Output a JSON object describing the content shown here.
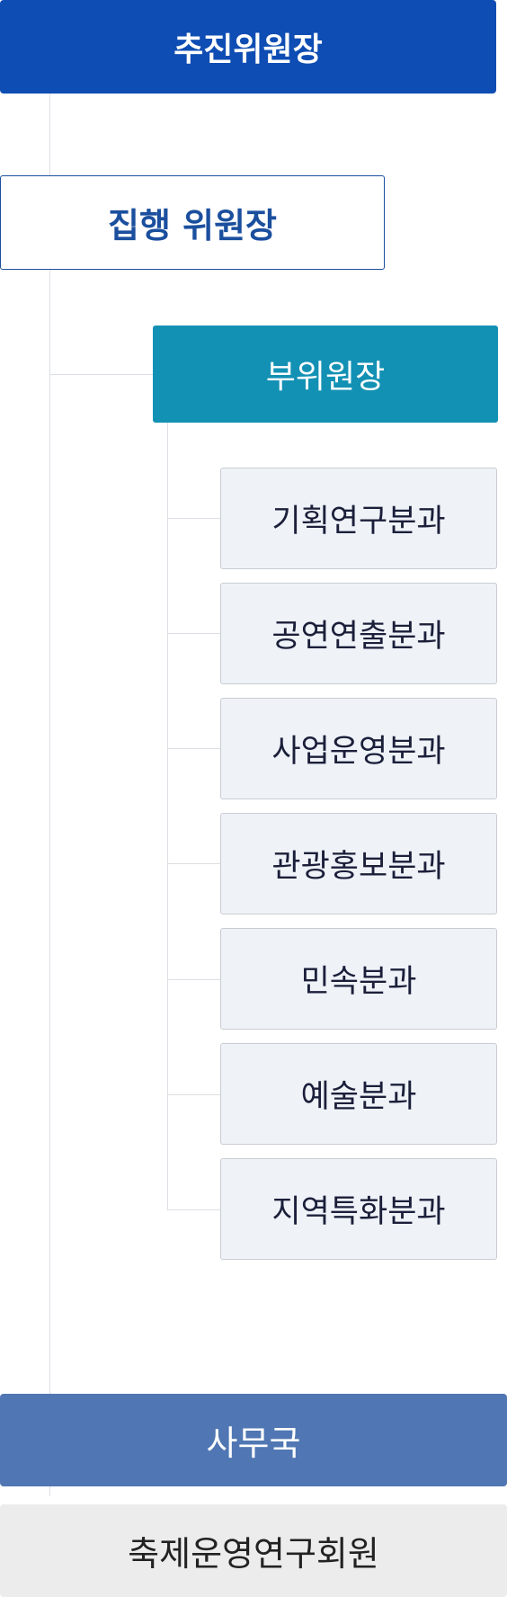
{
  "chairman": "추진위원장",
  "executive_chairman": "집행 위원장",
  "vice_chairman": "부위원장",
  "subcommittees": [
    "기획연구분과",
    "공연연출분과",
    "사업운영분과",
    "관광홍보분과",
    "민속분과",
    "예술분과",
    "지역특화분과"
  ],
  "secretariat": "사무국",
  "association": "축제운영연구회원",
  "colors": {
    "chairman": "#0e4db3",
    "executive_border": "#1b4f9e",
    "vice_chairman": "#1391b4",
    "subcommittee_bg": "#eff3f8",
    "secretariat": "#5077b3",
    "association": "#ececec",
    "connector": "#dcdfe3"
  }
}
